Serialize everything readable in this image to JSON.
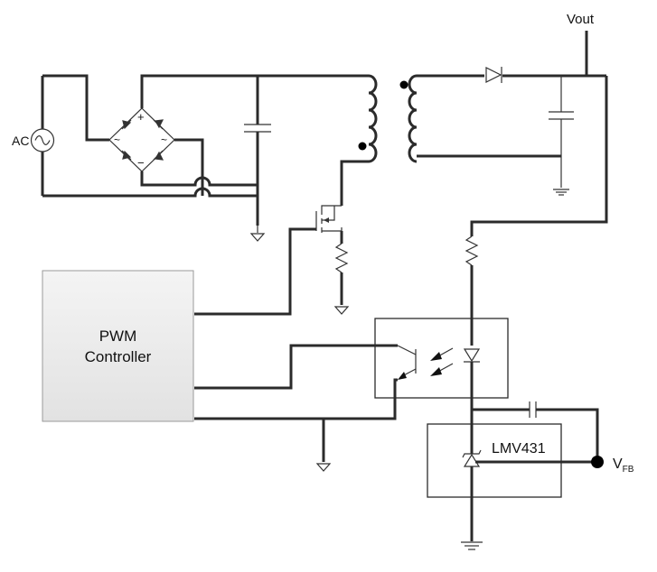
{
  "labels": {
    "vout": "Vout",
    "ac": "AC",
    "pwm_line1": "PWM",
    "pwm_line2": "Controller",
    "lmv": "LMV431",
    "vfb_main": "V",
    "vfb_sub": "FB",
    "bridge_plus": "+",
    "bridge_minus": "−",
    "bridge_ac_left": "~",
    "bridge_ac_right": "~"
  },
  "colors": {
    "wire": "#2b2b2b",
    "box_border": "#2b2b2b",
    "pwm_fill_top": "#f4f4f4",
    "pwm_fill_bottom": "#e2e2e2",
    "pwm_border": "#9a9a9a",
    "dot": "#000000"
  }
}
